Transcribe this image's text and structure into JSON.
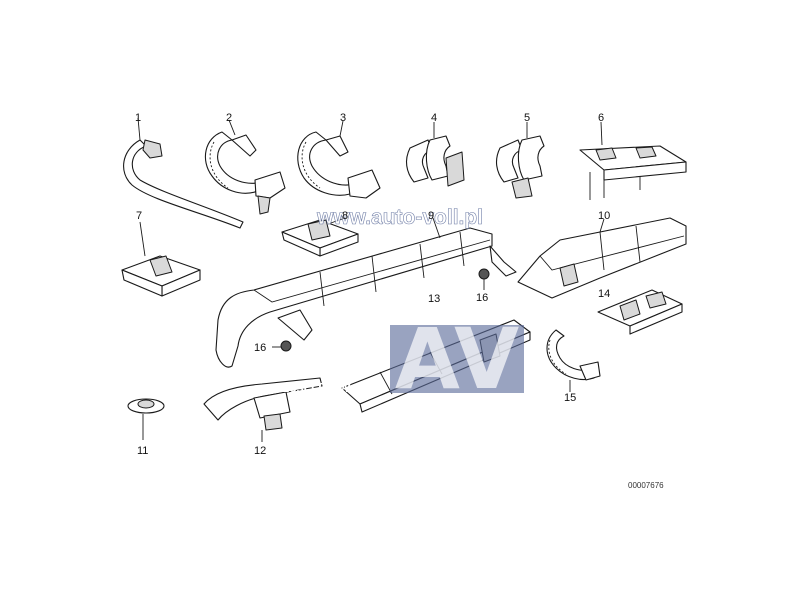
{
  "diagram": {
    "labels": [
      "1",
      "2",
      "3",
      "4",
      "5",
      "6",
      "7",
      "8",
      "9",
      "10",
      "11",
      "12",
      "13",
      "14",
      "15",
      "16",
      "16"
    ],
    "drawing_code": "00007676"
  },
  "watermark": {
    "url": "www.auto-voll.pl",
    "brand_letters": "AV",
    "subtitle": "Części BMW",
    "color": "#5b6b9a"
  }
}
